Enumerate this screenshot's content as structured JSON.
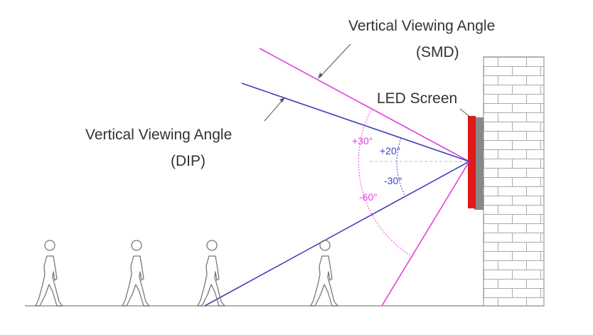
{
  "labels": {
    "smd_title": "Vertical Viewing Angle",
    "smd_sub": "(SMD)",
    "dip_title": "Vertical Viewing Angle",
    "dip_sub": "(DIP)",
    "screen": "LED Screen"
  },
  "angles": {
    "smd_up": "+30°",
    "smd_down": "-60°",
    "dip_up": "+20°",
    "dip_down": "-30°"
  },
  "colors": {
    "smd": "#e040e0",
    "dip": "#4040c0",
    "screen": "#e01818",
    "wall": "#999999",
    "ground": "#999999",
    "text": "#333333"
  },
  "icons": [
    "walking-person-icon",
    "walking-person-icon",
    "walking-person-icon",
    "walking-person-icon"
  ]
}
